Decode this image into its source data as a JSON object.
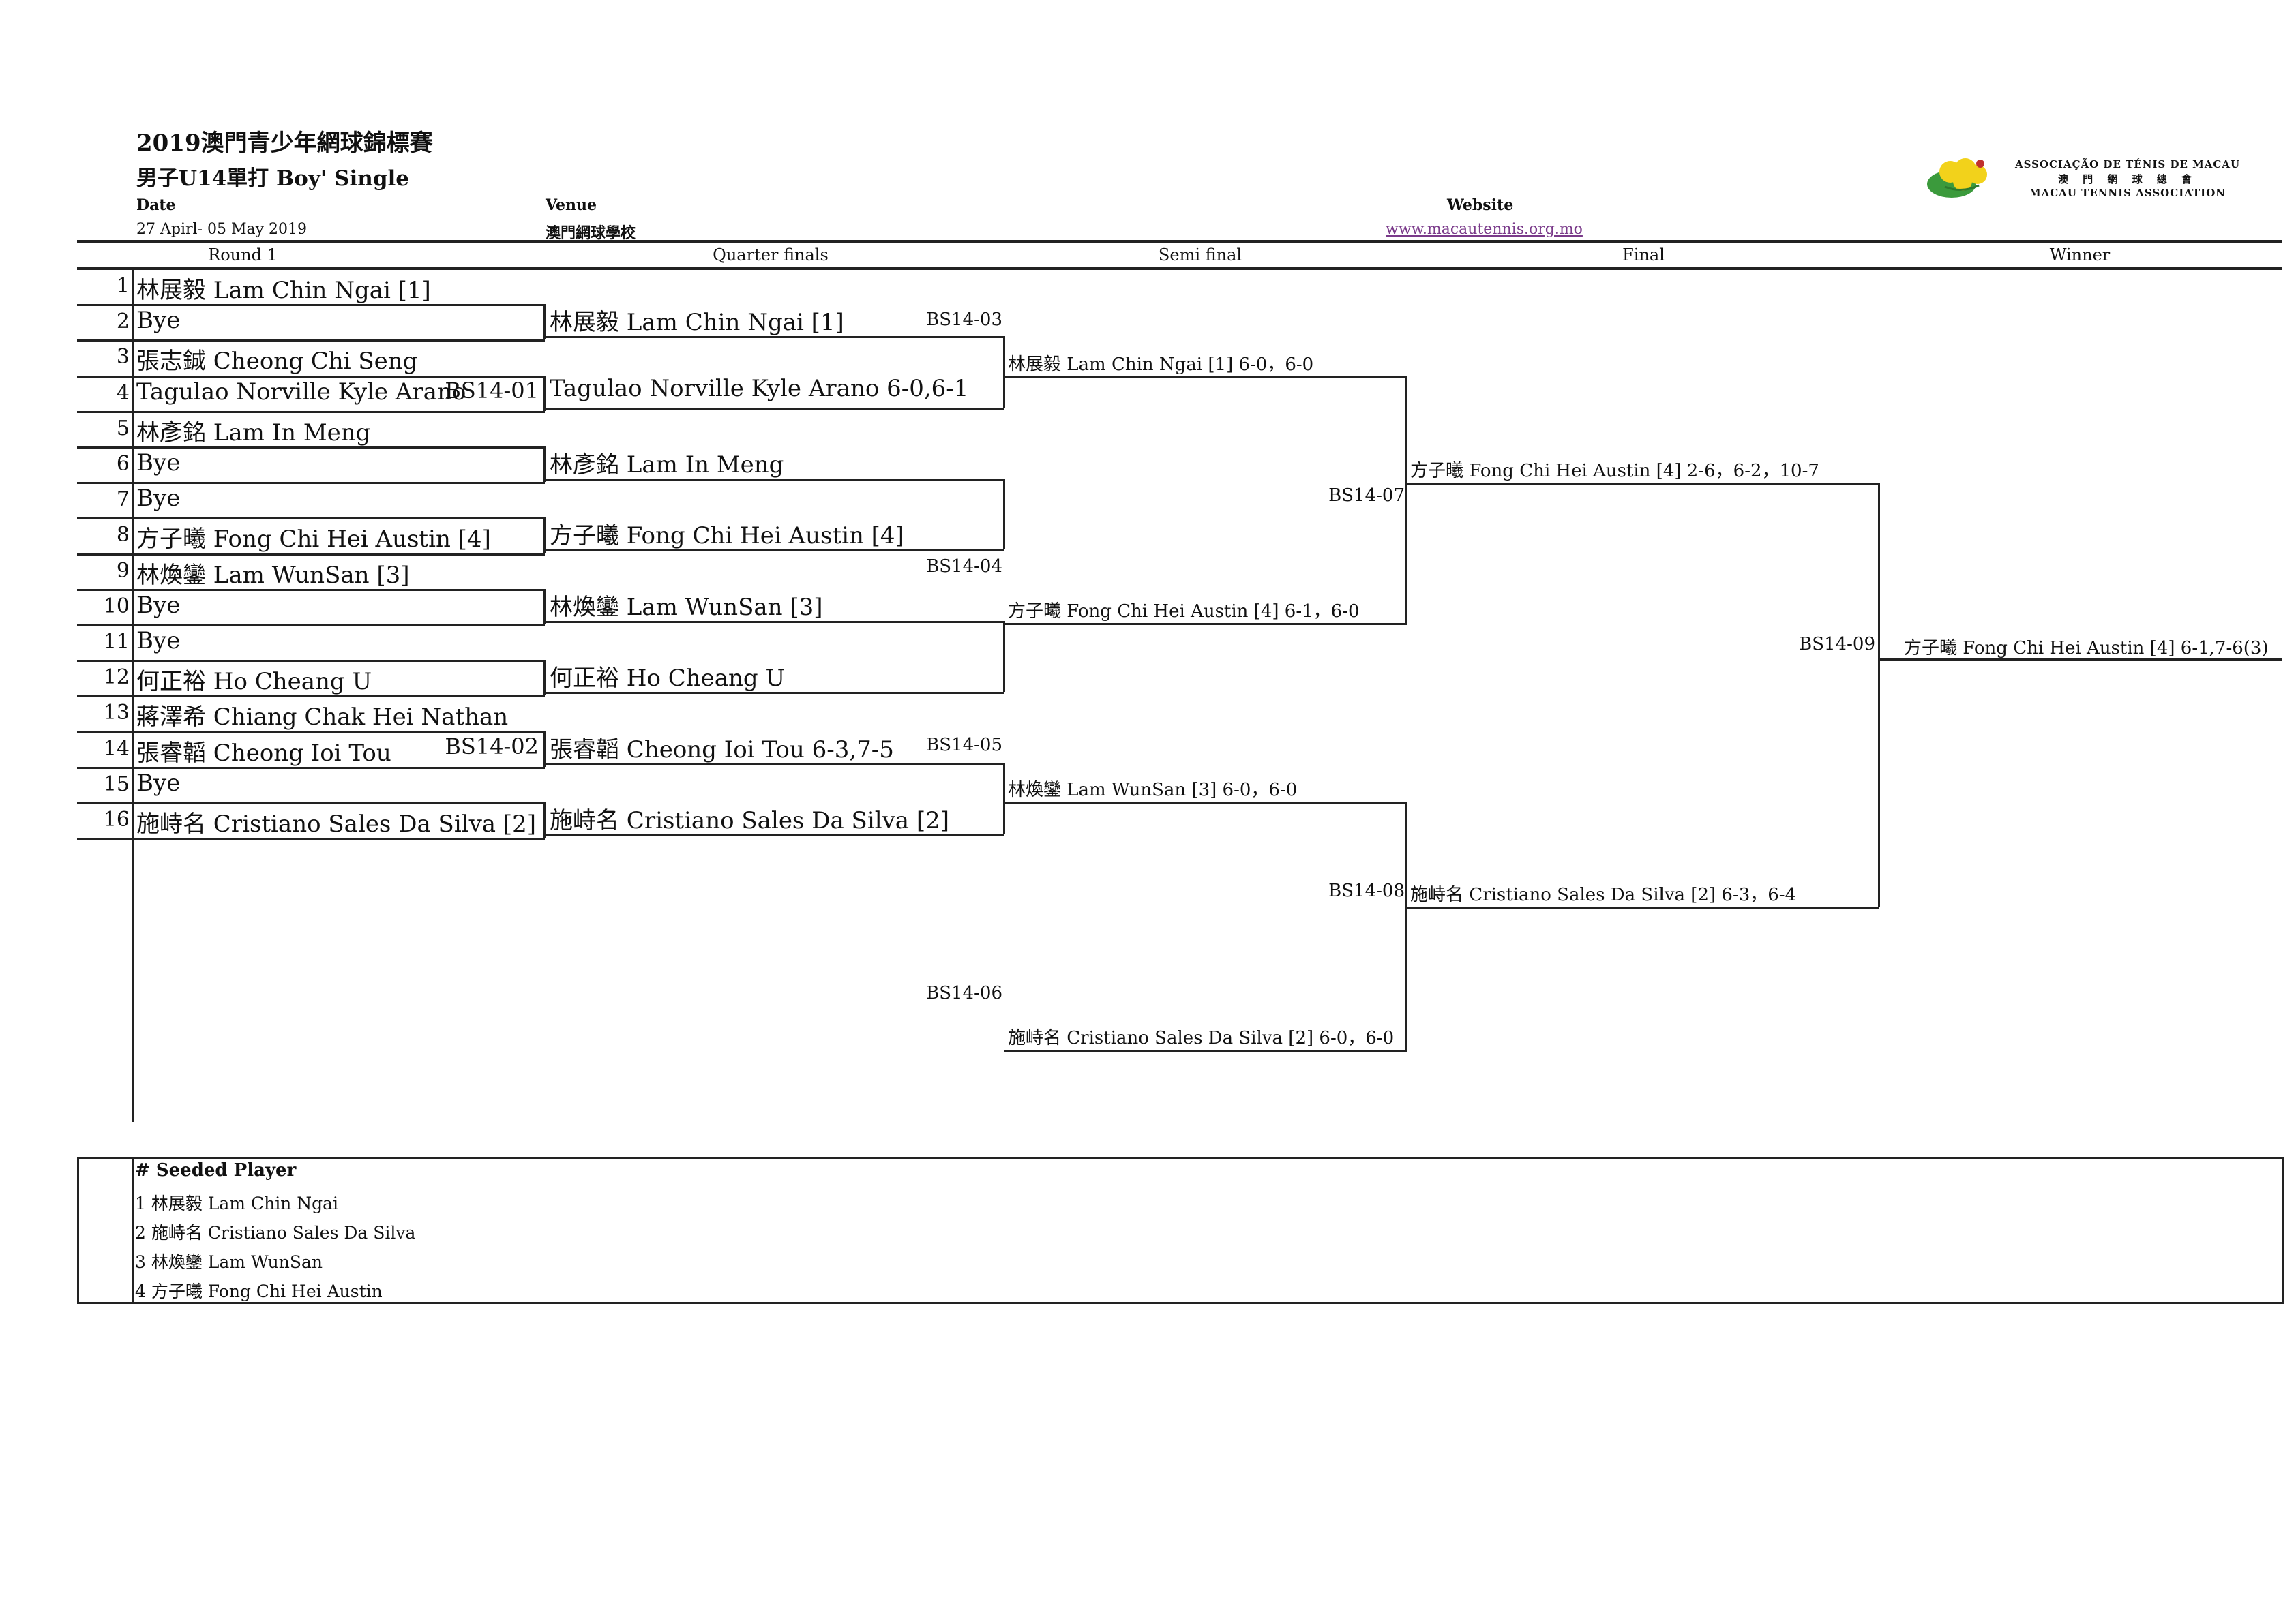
{
  "header": {
    "title": "2019澳門青少年網球錦標賽",
    "subtitle": "男子U14單打 Boy' Single",
    "date_label": "Date",
    "date_value": "27 Apirl- 05 May 2019",
    "venue_label": "Venue",
    "venue_value": "澳門網球學校",
    "website_label": "Website",
    "website_value": "www.macautennis.org.mo"
  },
  "logo": {
    "line1": "ASSOCIAÇÃO DE TÉNIS DE MACAU",
    "line2": "澳 門 網 球 總 會",
    "line3": "MACAU TENNIS ASSOCIATION",
    "colors": {
      "yellow": "#f2d21b",
      "green": "#3b9a3c",
      "red": "#c0302c"
    }
  },
  "columns": [
    "Round 1",
    "Quarter finals",
    "Semi final",
    "Final",
    "Winner"
  ],
  "round1": [
    {
      "num": "1",
      "name": "林展毅 Lam Chin Ngai [1]"
    },
    {
      "num": "2",
      "name": "Bye"
    },
    {
      "num": "3",
      "name": "張志鋮  Cheong Chi Seng"
    },
    {
      "num": "4",
      "name": "Tagulao  Norville Kyle Arano"
    },
    {
      "num": "5",
      "name": "林彥銘 Lam In Meng"
    },
    {
      "num": "6",
      "name": "Bye"
    },
    {
      "num": "7",
      "name": "Bye"
    },
    {
      "num": "8",
      "name": "方子曦 Fong Chi Hei Austin [4]"
    },
    {
      "num": "9",
      "name": "林煥鑾 Lam WunSan [3]"
    },
    {
      "num": "10",
      "name": "Bye"
    },
    {
      "num": "11",
      "name": "Bye"
    },
    {
      "num": "12",
      "name": "何正裕 Ho Cheang U"
    },
    {
      "num": "13",
      "name": "蔣澤希 Chiang Chak Hei Nathan"
    },
    {
      "num": "14",
      "name": "張睿韜 Cheong Ioi Tou"
    },
    {
      "num": "15",
      "name": "Bye"
    },
    {
      "num": "16",
      "name": "施峙名 Cristiano Sales Da Silva [2]"
    }
  ],
  "round2": [
    {
      "name": "林展毅 Lam Chin Ngai [1]",
      "code": ""
    },
    {
      "name": "Tagulao  Norville Kyle Arano 6-0,6-1",
      "code": "BS14-01"
    },
    {
      "name": "林彥銘 Lam In Meng",
      "code": ""
    },
    {
      "name": "方子曦 Fong Chi Hei Austin [4]",
      "code": ""
    },
    {
      "name": "林煥鑾 Lam WunSan [3]",
      "code": ""
    },
    {
      "name": "何正裕 Ho Cheang U",
      "code": ""
    },
    {
      "name": "張睿韜 Cheong Ioi Tou   6-3,7-5",
      "code": "BS14-02"
    },
    {
      "name": "施峙名 Cristiano Sales Da Silva [2]",
      "code": ""
    }
  ],
  "semis": [
    {
      "name": "林展毅 Lam Chin Ngai [1] 6-0，6-0",
      "code": "BS14-03"
    },
    {
      "name": "方子曦 Fong Chi Hei Austin [4] 6-1，6-0",
      "code": "BS14-04"
    },
    {
      "name": "林煥鑾 Lam WunSan [3] 6-0，6-0",
      "code": "BS14-05"
    },
    {
      "name": "施峙名 Cristiano Sales Da Silva [2] 6-0，6-0",
      "code": "BS14-06"
    }
  ],
  "final": [
    {
      "name": "方子曦 Fong Chi Hei Austin [4] 2-6，6-2，10-7",
      "code": "BS14-07"
    },
    {
      "name": "施峙名 Cristiano Sales Da Silva [2]  6-3，6-4",
      "code": "BS14-08"
    }
  ],
  "winner": {
    "name": "方子曦 Fong Chi Hei Austin [4] 6-1,7-6(3)",
    "code": "BS14-09"
  },
  "legend": {
    "title": "# Seeded Player",
    "items": [
      "1 林展毅 Lam Chin Ngai",
      "2 施峙名 Cristiano Sales Da Silva",
      "3 林煥鑾 Lam WunSan",
      "4 方子曦 Fong Chi Hei Austin"
    ]
  }
}
